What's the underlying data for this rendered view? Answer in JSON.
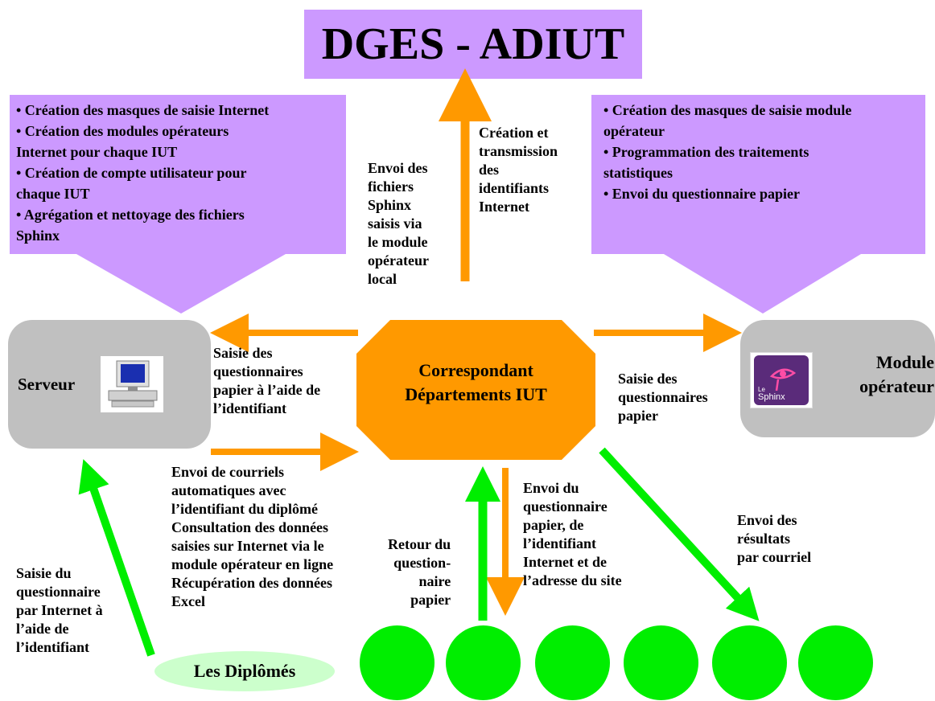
{
  "title": "DGES - ADIUT",
  "left_panel": {
    "lines": [
      "• Création des masques de saisie Internet",
      "• Création des modules opérateurs",
      "Internet pour chaque IUT",
      "• Création de compte utilisateur pour",
      "chaque IUT",
      "• Agrégation  et nettoyage des fichiers",
      "Sphinx"
    ]
  },
  "right_panel": {
    "lines": [
      "• Création des masques de saisie module",
      "opérateur",
      "• Programmation des traitements",
      "statistiques",
      "• Envoi du questionnaire papier"
    ]
  },
  "center_node": {
    "line1": "Correspondant",
    "line2": "Départements IUT"
  },
  "serveur_node": {
    "label": "Serveur",
    "icon": "computer-icon"
  },
  "module_node": {
    "line1": "Module",
    "line2": "opérateur",
    "icon": "sphinx-logo",
    "logo_top": "Le",
    "logo_bottom": "Sphinx"
  },
  "diplomes_node": {
    "label": "Les Diplômés"
  },
  "labels": {
    "envoi_fichiers": "Envoi des\nfichiers\nSphinx\nsaisis via\nle module\nopérateur\nlocal",
    "creation_transmission": "Création et\ntransmission\ndes\nidentifiants\nInternet",
    "saisie_identifiant": "Saisie des\nquestionnaires\npapier à l’aide de\nl’identifiant",
    "saisie_papier": "Saisie des\nquestionnaires\npapier",
    "envoi_courriels": "Envoi de courriels\nautomatiques avec\nl’identifiant du diplômé\nConsultation des données\nsaisies sur Internet via le\nmodule opérateur en ligne\nRécupération des données\nExcel",
    "saisie_internet": "Saisie du\nquestionnaire\npar Internet à\nl’aide de\nl’identifiant",
    "retour_questionnaire": "Retour du\nquestion-\nnaire\npapier",
    "envoi_questionnaire": "Envoi du\nquestionnaire\npapier, de\nl’identifiant\nInternet et de\nl’adresse du site",
    "envoi_resultats": "Envoi des\nrésultats\npar courriel"
  },
  "colors": {
    "purple": "#cc99ff",
    "orange": "#ff9900",
    "green": "#00ee00",
    "gray": "#c0c0c0"
  }
}
